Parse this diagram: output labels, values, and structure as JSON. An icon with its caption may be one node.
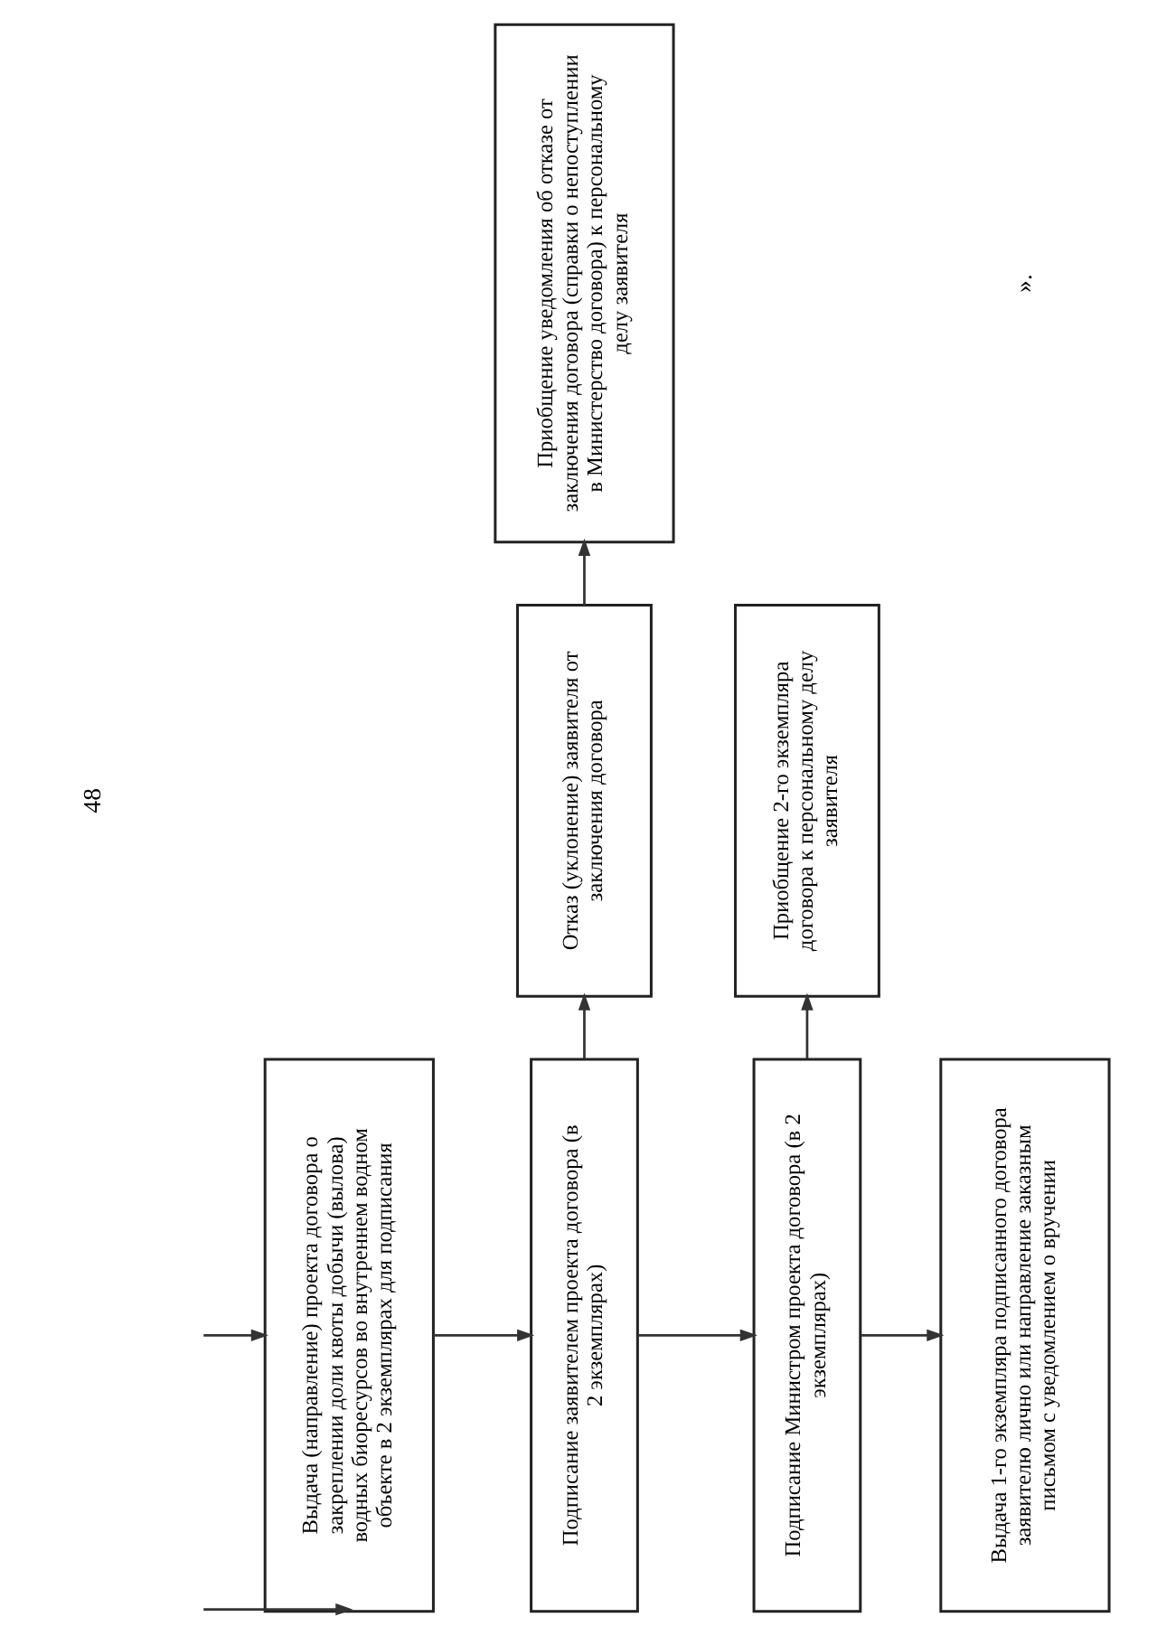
{
  "diagram": {
    "nodes": [
      {
        "text": [
          "Выдача (направление) проекта договора о закреплении доли квоты добычи (вылова) водных биоресурсов во внутреннем водном объекте в 2 экземплярах для подписания"
        ]
      },
      {
        "text": [
          "Подписание заявителем проекта договора (в 2 экземплярах)"
        ]
      },
      {
        "text": [
          "Отказ (уклонение) заявителя от заключения договора"
        ]
      },
      {
        "text": [
          "Приобщение уведомления об отказе от заключения договора (справки о непоступлении в Министерство договора) к персональному делу заявителя"
        ]
      },
      {
        "text": [
          "Подписание Министром проекта договора (в 2 экземплярах)"
        ]
      },
      {
        "text": [
          "Приобщение 2-го экземпляра договора к персональному делу заявителя"
        ]
      },
      {
        "text": [
          "Выдача 1-го экземпляра подписанного договора заявителю лично или направление заказным письмом с уведомлением о вручении"
        ]
      }
    ],
    "edges": [
      {
        "from": null,
        "to": 0,
        "arrow": "to"
      },
      {
        "from": null,
        "to": 0,
        "arrow": "to"
      },
      {
        "from": 0,
        "to": 1,
        "arrow": "to"
      },
      {
        "from": 1,
        "to": 2,
        "arrow": "to"
      },
      {
        "from": 2,
        "to": 3,
        "arrow": "to"
      },
      {
        "from": 1,
        "to": 4,
        "arrow": "to"
      },
      {
        "from": 4,
        "to": 5,
        "arrow": "to"
      },
      {
        "from": 4,
        "to": 6,
        "arrow": "to"
      }
    ],
    "labels": [
      "48",
      "»."
    ]
  }
}
